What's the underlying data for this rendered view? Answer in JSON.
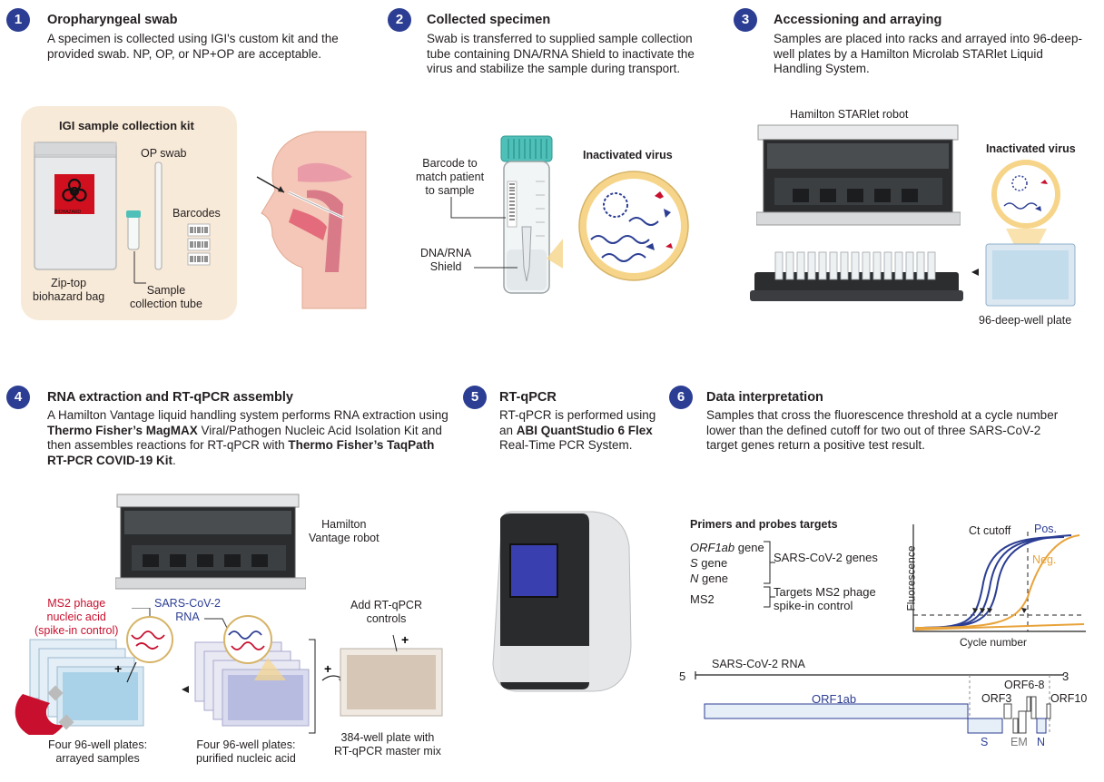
{
  "colors": {
    "badge": "#2c3e93",
    "kit_bg": "#f8ead8",
    "virus_bg": "#f6d58a",
    "neg_curve": "#e8a33a",
    "pos_curve": "#2c3e93",
    "spike_red": "#c8102e"
  },
  "steps": [
    {
      "num": "1",
      "title": "Oropharyngeal swab",
      "body": "A specimen is collected using IGI's custom kit and the provided swab. NP, OP, or NP+OP are acceptable."
    },
    {
      "num": "2",
      "title": "Collected specimen",
      "body": "Swab is transferred to supplied sample collection tube containing DNA/RNA Shield to inactivate the virus and stabilize the sample during transport."
    },
    {
      "num": "3",
      "title": "Accessioning and arraying",
      "body": "Samples are placed into racks and arrayed into 96-deep-well plates by a Hamilton Microlab STARlet Liquid Handling System."
    },
    {
      "num": "4",
      "title": "RNA extraction and RT-qPCR assembly",
      "body_parts": [
        "A Hamilton Vantage liquid handling system performs RNA extraction using ",
        "Thermo Fisher’s MagMAX",
        " Viral/Pathogen Nucleic Acid Isolation Kit and then assembles reactions for RT-qPCR with ",
        "Thermo Fisher’s TaqPath RT-PCR COVID-19 Kit",
        "."
      ]
    },
    {
      "num": "5",
      "title": "RT-qPCR",
      "body_parts": [
        "RT-qPCR is performed using an ",
        "ABI QuantStudio 6 Flex",
        " Real-Time PCR System."
      ]
    },
    {
      "num": "6",
      "title": "Data interpretation",
      "body": "Samples that cross the fluorescence threshold at a cycle number lower than the defined cutoff for two out of three SARS-CoV-2 target genes return a positive test result."
    }
  ],
  "panel1": {
    "kit_title": "IGI sample collection kit",
    "op_swab": "OP swab",
    "barcodes": "Barcodes",
    "bag": "Zip-top\nbiohazard bag",
    "tube": "Sample\ncollection tube",
    "biohazard_text": "BIOHAZARD"
  },
  "panel2": {
    "barcode_label": "Barcode to\nmatch patient\nto sample",
    "shield_label": "DNA/RNA\nShield",
    "virus_label": "Inactivated virus"
  },
  "panel3": {
    "robot_label": "Hamilton STARlet robot",
    "virus_label": "Inactivated virus",
    "plate_label": "96-deep-well plate"
  },
  "panel4": {
    "robot_label": "Hamilton\nVantage robot",
    "ms2_label": "MS2 phage\nnucleic acid\n(spike-in control)",
    "sars_label": "SARS-CoV-2\nRNA",
    "controls_label": "Add RT-qPCR\ncontrols",
    "plates1": "Four 96-well plates:\narrayed samples",
    "plates2": "Four 96-well plates:\npurified nucleic acid",
    "plate384": "384-well plate with\nRT-qPCR master mix",
    "plus": "+"
  },
  "panel6": {
    "primers_title": "Primers and probes targets",
    "genes": [
      "ORF1ab",
      "S",
      "N"
    ],
    "gene_suffix": " gene",
    "sars_genes": "SARS-CoV-2 genes",
    "ms2": "MS2",
    "ms2_targets": "Targets MS2 phage\nspike-in control",
    "chart": {
      "ct_cutoff": "Ct cutoff",
      "pos": "Pos.",
      "neg": "Neg.",
      "xlabel": "Cycle number",
      "ylabel": "Fluorescence"
    },
    "genome": {
      "title": "SARS-CoV-2 RNA",
      "five": "5",
      "three": "3",
      "orf1ab": "ORF1ab",
      "orf3": "ORF3",
      "orf68": "ORF6-8",
      "orf10": "ORF10",
      "s": "S",
      "em": "EM",
      "n": "N"
    }
  }
}
